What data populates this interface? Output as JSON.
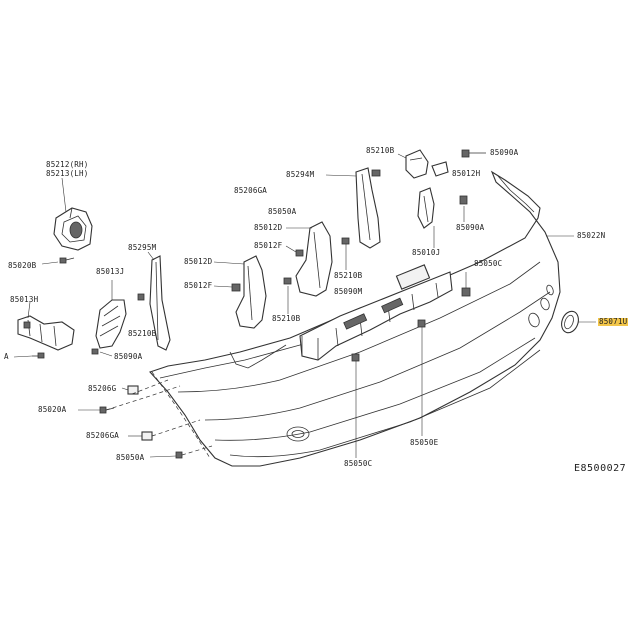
{
  "diagram_code": "E8500027",
  "labels": [
    {
      "id": "l01",
      "text": "85212(RH)"
    },
    {
      "id": "l02",
      "text": "85213(LH)"
    },
    {
      "id": "l03",
      "text": "85020B"
    },
    {
      "id": "l04",
      "text": "85013H"
    },
    {
      "id": "l05",
      "text": "85013J"
    },
    {
      "id": "l06",
      "text": "85295M"
    },
    {
      "id": "l07",
      "text": "85090A"
    },
    {
      "id": "l08",
      "text": "A"
    },
    {
      "id": "l09",
      "text": "85206G"
    },
    {
      "id": "l10",
      "text": "85020A"
    },
    {
      "id": "l11",
      "text": "85206GA"
    },
    {
      "id": "l12",
      "text": "85050A"
    },
    {
      "id": "l13",
      "text": "85210B"
    },
    {
      "id": "l14",
      "text": "85206GA"
    },
    {
      "id": "l15",
      "text": "85294M"
    },
    {
      "id": "l16",
      "text": "85050A"
    },
    {
      "id": "l17",
      "text": "85012D"
    },
    {
      "id": "l18",
      "text": "85012F"
    },
    {
      "id": "l19",
      "text": "85012D"
    },
    {
      "id": "l20",
      "text": "85012F"
    },
    {
      "id": "l21",
      "text": "85210B"
    },
    {
      "id": "l22",
      "text": "85210B"
    },
    {
      "id": "l23",
      "text": "85210B"
    },
    {
      "id": "l24",
      "text": "85090A"
    },
    {
      "id": "l25",
      "text": "85012H"
    },
    {
      "id": "l26",
      "text": "85090A"
    },
    {
      "id": "l27",
      "text": "85010J"
    },
    {
      "id": "l28",
      "text": "85090M"
    },
    {
      "id": "l29",
      "text": "85050C"
    },
    {
      "id": "l30",
      "text": "85022N"
    },
    {
      "id": "l31",
      "text": "85071U"
    },
    {
      "id": "l32",
      "text": "85050E"
    },
    {
      "id": "l33",
      "text": "85050C"
    }
  ],
  "highlight_color": "#f3c64a"
}
